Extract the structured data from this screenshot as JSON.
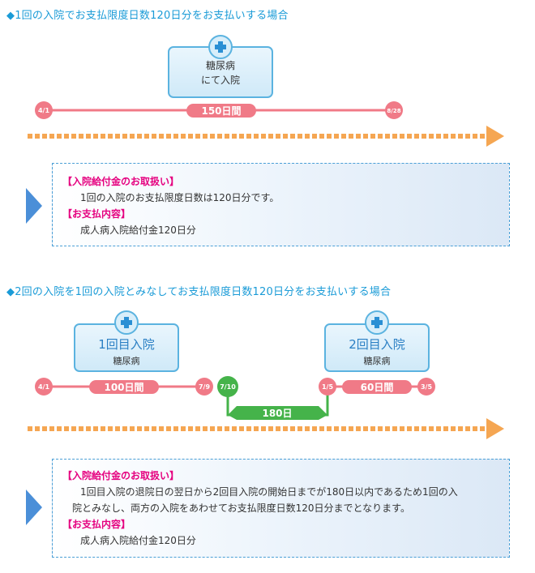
{
  "section1": {
    "heading": "◆1回の入院でお支払限度日数120日分をお支払いする場合",
    "box": {
      "line1": "糖尿病",
      "line2": "にて入院"
    },
    "start_date": "4/1",
    "end_date": "8/28",
    "duration": "150日間",
    "note": {
      "title1": "【入院給付金のお取扱い】",
      "body1": "1回の入院のお支払限度日数は120日分です。",
      "title2": "【お支払内容】",
      "body2": "成人病入院給付金120日分"
    }
  },
  "section2": {
    "heading": "◆2回の入院を1回の入院とみなしてお支払限度日数120日分をお支払いする場合",
    "box1": {
      "title": "1回目入院",
      "subtitle": "糖尿病"
    },
    "box2": {
      "title": "2回目入院",
      "subtitle": "糖尿病"
    },
    "stay1": {
      "start": "4/1",
      "end": "7/9",
      "duration": "100日間"
    },
    "gap": {
      "start": "7/10",
      "end": "1/5",
      "duration": "180日"
    },
    "stay2": {
      "start": "1/5",
      "end": "3/5",
      "duration": "60日間"
    },
    "note": {
      "title1": "【入院給付金のお取扱い】",
      "body1a": "1回目入院の退院日の翌日から2回目入院の開始日までが180日以内であるため1回の入",
      "body1b": "院とみなし、両方の入院をあわせてお支払限度日数120日分までとなります。",
      "title2": "【お支払内容】",
      "body2": "成人病入院給付金120日分"
    }
  },
  "colors": {
    "heading": "#1a9bd7",
    "stay_line": "#f07a87",
    "gap": "#45b34a",
    "arrow": "#f5a652",
    "box_fill": "#d8eefa",
    "box_border": "#5bb3e0",
    "note_title": "#e5007f",
    "note_arrow": "#4b8fd8"
  }
}
